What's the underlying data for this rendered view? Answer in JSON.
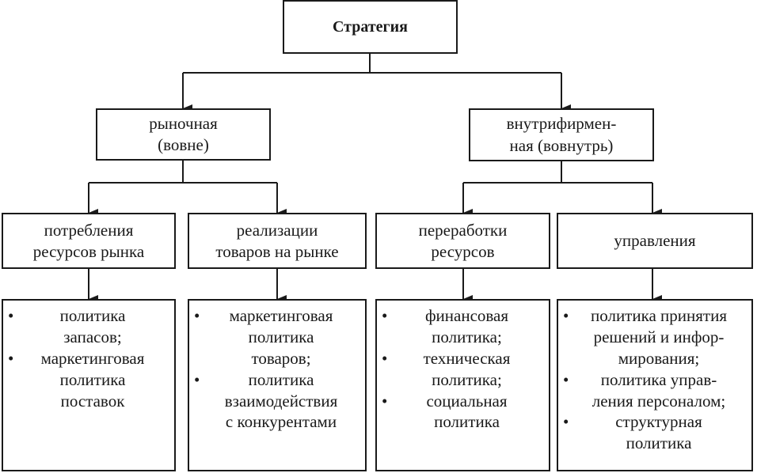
{
  "root": {
    "label": "Стратегия"
  },
  "level1": [
    {
      "label": "рыночная\n(вовне)"
    },
    {
      "label": "внутрифирмен-\nная (вовнутрь)"
    }
  ],
  "level2": [
    {
      "label": "потребления\nресурсов рынка"
    },
    {
      "label": "реализации\nтоваров на рынке"
    },
    {
      "label": "переработки\nресурсов"
    },
    {
      "label": "управления"
    }
  ],
  "lists": [
    {
      "items": [
        {
          "bullet": "•",
          "text": "политика\nзапасов;"
        },
        {
          "bullet": "•",
          "text": "маркетинговая\nполитика\nпоставок"
        }
      ]
    },
    {
      "items": [
        {
          "bullet": "•",
          "text": "маркетинговая\nполитика\nтоваров;"
        },
        {
          "bullet": "•",
          "text": "политика\nвзаимодействия\nс конкурентами"
        }
      ]
    },
    {
      "items": [
        {
          "bullet": "•",
          "text": "финансовая\nполитика;"
        },
        {
          "bullet": "•",
          "text": "техническая\nполитика;"
        },
        {
          "bullet": "•",
          "text": "социальная\nполитика"
        }
      ]
    },
    {
      "items": [
        {
          "bullet": "•",
          "text": "политика принятия\nрешений и инфор-\nмирования;"
        },
        {
          "bullet": "•",
          "text": "политика управ-\nления персоналом;"
        },
        {
          "bullet": "•",
          "text": "структурная\nполитика"
        }
      ]
    }
  ]
}
